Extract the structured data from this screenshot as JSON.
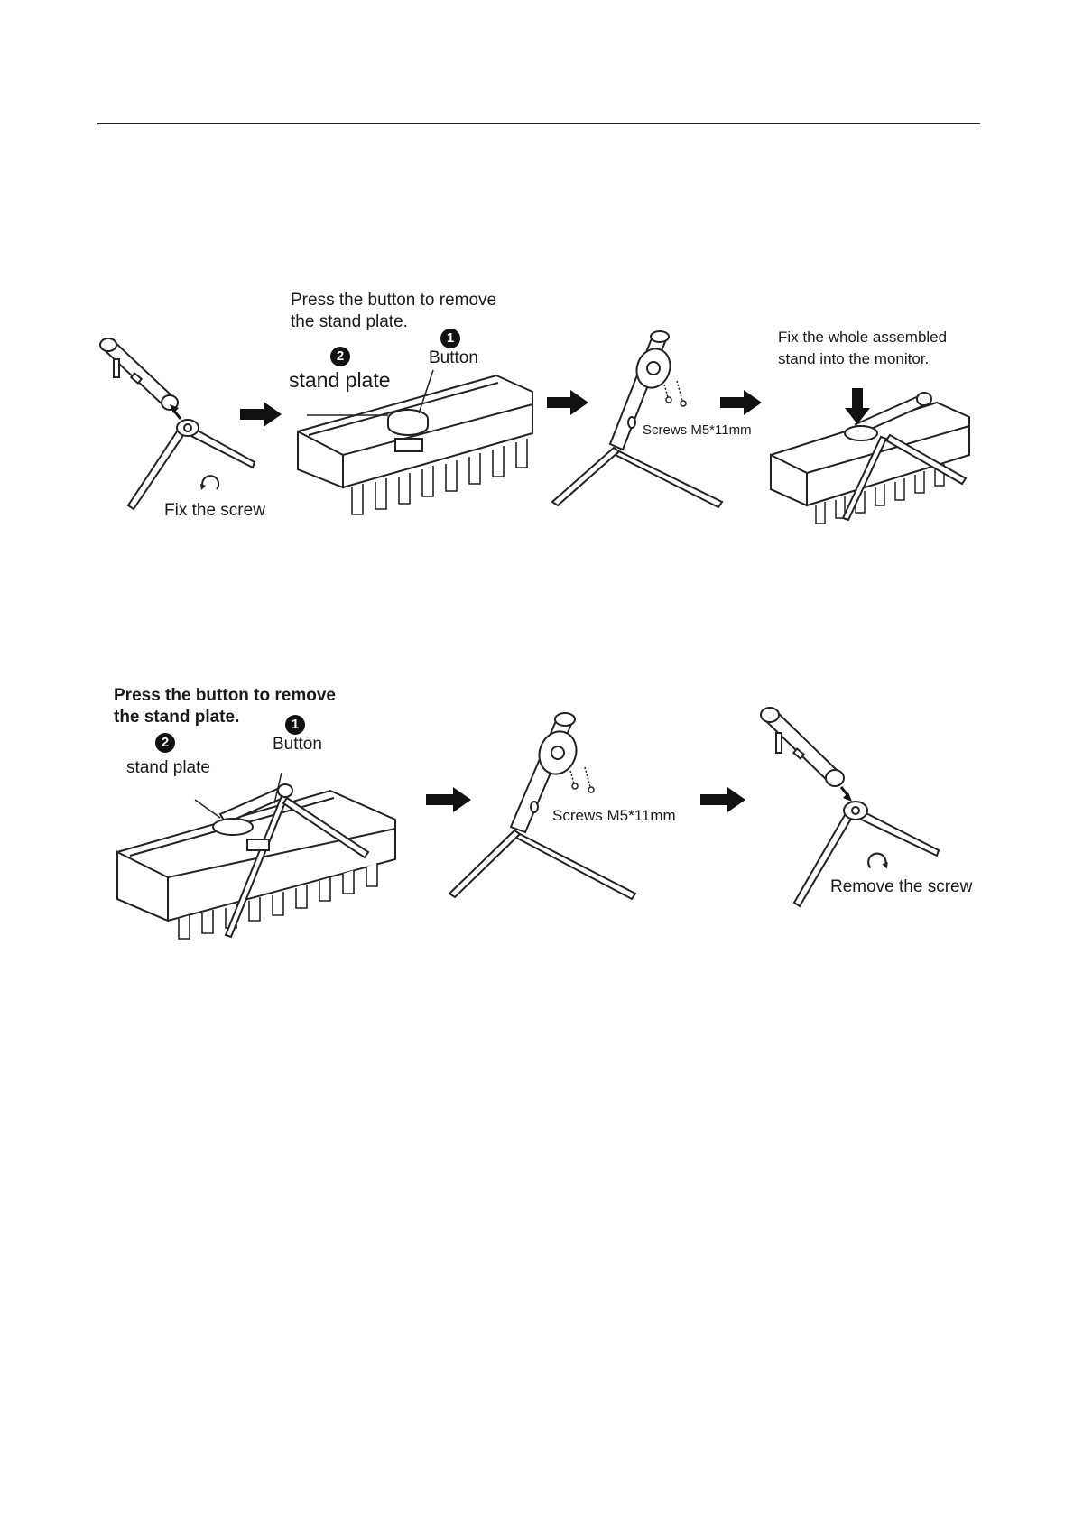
{
  "section1": {
    "step1": {
      "caption": "Fix the screw"
    },
    "step2": {
      "instruction_line1": "Press the button to remove",
      "instruction_line2": "the stand plate.",
      "callout1_number": "1",
      "callout1_label": "Button",
      "callout2_number": "2",
      "callout2_label": "stand plate"
    },
    "step3": {
      "caption": "Screws  M5*11mm"
    },
    "step4": {
      "instruction_line1": "Fix the whole assembled",
      "instruction_line2": "stand into the monitor."
    }
  },
  "section2": {
    "step1": {
      "instruction_line1": "Press the button to remove",
      "instruction_line2": "the stand plate.",
      "callout1_number": "1",
      "callout1_label": "Button",
      "callout2_number": "2",
      "callout2_label": "stand plate"
    },
    "step2": {
      "caption": "Screws   M5*11mm"
    },
    "step3": {
      "caption": "Remove the screw"
    }
  },
  "icons": {
    "flow_arrow": "right-arrow-icon",
    "rotate": "rotate-screw-icon",
    "screw": "screw-icon"
  }
}
